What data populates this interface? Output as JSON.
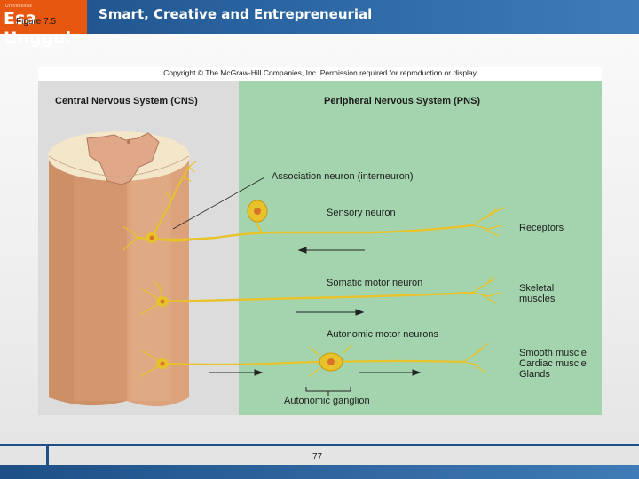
{
  "header": {
    "logo_text": "Esa Unggul",
    "logo_small": "Universitas",
    "tagline": "Smart, Creative and Entrepreneurial"
  },
  "slide": {
    "figure_label": "Figure 7.5",
    "page_number": "77"
  },
  "diagram": {
    "copyright": "Copyright © The McGraw-Hill Companies, Inc. Permission required for reproduction or display",
    "cns_heading": "Central Nervous System (CNS)",
    "pns_heading": "Peripheral Nervous System (PNS)",
    "labels": {
      "association": "Association neuron (interneuron)",
      "sensory": "Sensory neuron",
      "receptors": "Receptors",
      "somatic": "Somatic motor neuron",
      "skeletal_line1": "Skeletal",
      "skeletal_line2": "muscles",
      "autonomic": "Autonomic motor neurons",
      "smooth": "Smooth muscle",
      "cardiac": "Cardiac muscle",
      "glands": "Glands",
      "ganglion": "Autonomic ganglion"
    },
    "colors": {
      "cns_bg": "#dcdcdc",
      "pns_bg": "#a4d4ae",
      "neuron": "#e8c22a",
      "cord": "#d49a72"
    }
  }
}
